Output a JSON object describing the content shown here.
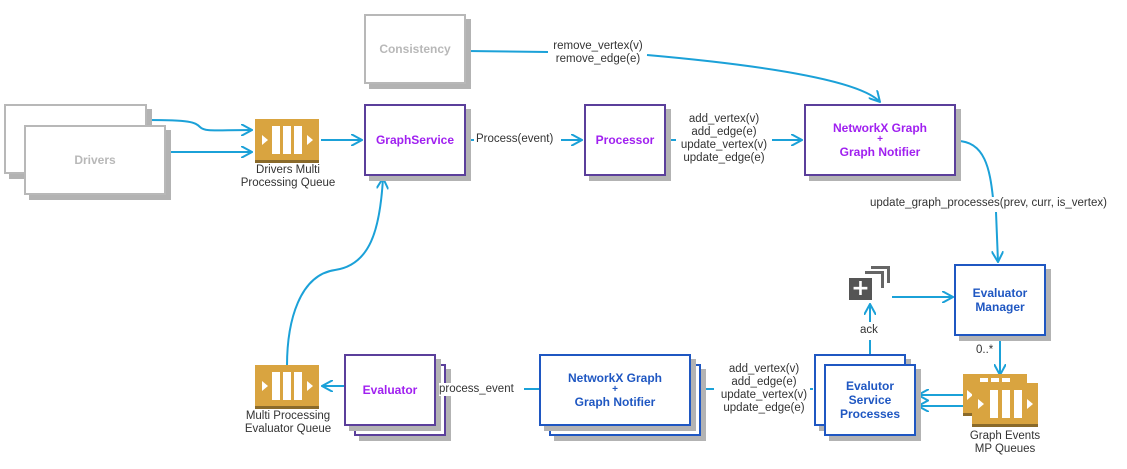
{
  "diagram": {
    "nodes": {
      "consistency": {
        "label": "Consistency"
      },
      "drivers": {
        "label": "Drivers"
      },
      "drivers_queue": {
        "label_line1": "Drivers Multi",
        "label_line2": "Processing Queue"
      },
      "graph_service": {
        "label": "GraphService"
      },
      "processor": {
        "label": "Processor"
      },
      "networkx_top": {
        "line1": "NetworkX Graph",
        "line2": "+",
        "line3": "Graph Notifier"
      },
      "evaluator_manager": {
        "line1": "Evaluator",
        "line2": "Manager"
      },
      "evaluator_service": {
        "line1": "Evalutor",
        "line2": "Service",
        "line3": "Processes"
      },
      "graph_events_queue": {
        "label_line1": "Graph Events",
        "label_line2": "MP Queues"
      },
      "networkx_bottom": {
        "line1": "NetworkX Graph",
        "line2": "+",
        "line3": "Graph Notifier"
      },
      "evaluator": {
        "label": "Evaluator"
      },
      "evaluator_queue": {
        "label_line1": "Multi Processing",
        "label_line2": "Evaluator Queue"
      }
    },
    "edges": {
      "consistency_to_graph": {
        "line1": "remove_vertex(v)",
        "line2": "remove_edge(e)"
      },
      "service_to_processor": {
        "label": "Process(event)"
      },
      "processor_to_graph": {
        "line1": "add_vertex(v)",
        "line2": "add_edge(e)",
        "line3": "update_vertex(v)",
        "line4": "update_edge(e)"
      },
      "graph_to_manager": {
        "label": "update_graph_processes(prev, curr, is_vertex)"
      },
      "manager_to_queues": {
        "label": "0..*"
      },
      "service_to_ack": {
        "label": "ack"
      },
      "service_to_bottom_graph": {
        "line1": "add_vertex(v)",
        "line2": "add_edge(e)",
        "line3": "update_vertex(v)",
        "line4": "update_edge(e)"
      },
      "graph_to_evaluator": {
        "label": "process_event"
      }
    },
    "colors": {
      "arrow": "#1ba1d8",
      "gray_border": "#b8b8b8",
      "purple_border": "#5b3f9b",
      "purple_text": "#a020f0",
      "blue": "#1f57c2",
      "queue": "#d9a440",
      "shadow": "#b3b3b3"
    }
  }
}
